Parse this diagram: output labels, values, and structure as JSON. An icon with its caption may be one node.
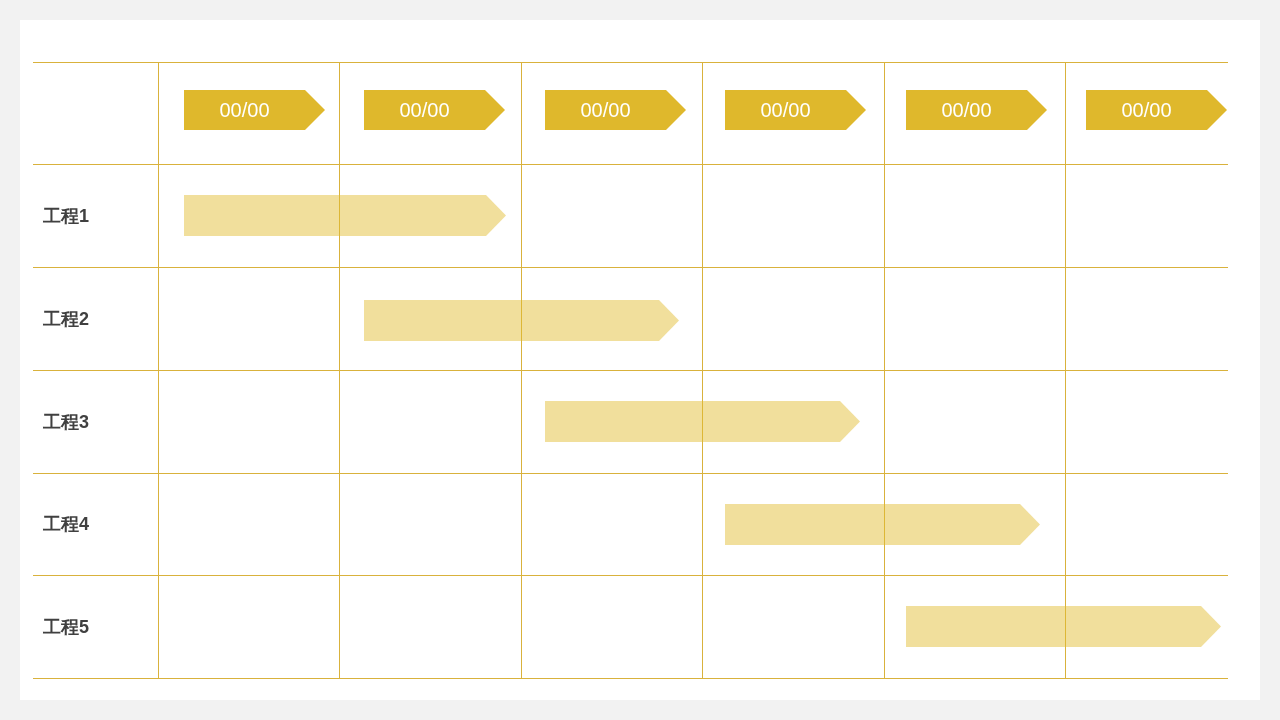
{
  "diagram": {
    "nodes": [
      {
        "text": [
          "00/00"
        ]
      },
      {
        "text": [
          "00/00"
        ]
      },
      {
        "text": [
          "00/00"
        ]
      },
      {
        "text": [
          "00/00"
        ]
      },
      {
        "text": [
          "00/00"
        ]
      },
      {
        "text": [
          "00/00"
        ]
      },
      {
        "text": [],
        "shape": "bar"
      },
      {
        "text": [],
        "shape": "bar"
      },
      {
        "text": [],
        "shape": "bar"
      },
      {
        "text": [],
        "shape": "bar"
      },
      {
        "text": [],
        "shape": "bar"
      }
    ],
    "labels": [
      "工程1",
      "工程2",
      "工程3",
      "工程4",
      "工程5"
    ]
  }
}
